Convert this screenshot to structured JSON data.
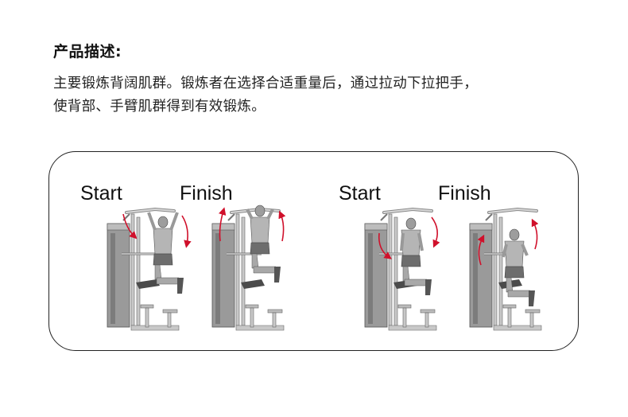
{
  "section": {
    "title": "产品描述:",
    "description_line1": "主要锻炼背阔肌群。锻炼者在选择合适重量后，通过拉动下拉把手，",
    "description_line2": "使背部、手臂肌群得到有效锻炼。"
  },
  "illustration": {
    "groups": [
      {
        "name": "pull-up",
        "start_label": "Start",
        "finish_label": "Finish"
      },
      {
        "name": "dip",
        "start_label": "Start",
        "finish_label": "Finish"
      }
    ],
    "colors": {
      "arrow": "#d0102b",
      "machine": "#8a8a8a",
      "border": "#222222"
    }
  }
}
